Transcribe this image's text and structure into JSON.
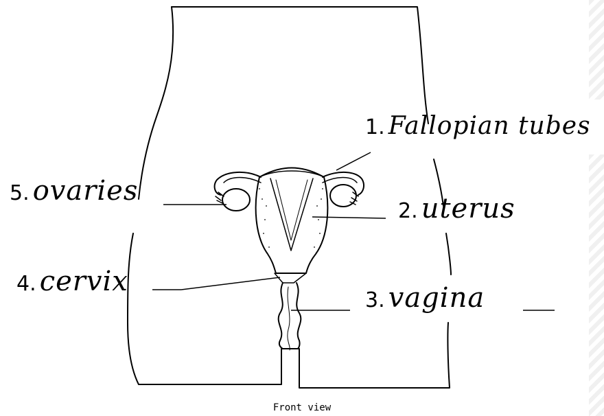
{
  "labels": [
    {
      "key": "fallopian",
      "number": "1.",
      "word": "Fallopian tubes"
    },
    {
      "key": "uterus",
      "number": "2.",
      "word": "uterus"
    },
    {
      "key": "vagina",
      "number": "3.",
      "word": "vagina"
    },
    {
      "key": "cervix",
      "number": "4.",
      "word": "cervix"
    },
    {
      "key": "ovaries",
      "number": "5.",
      "word": "ovaries"
    }
  ],
  "caption": "Front view"
}
